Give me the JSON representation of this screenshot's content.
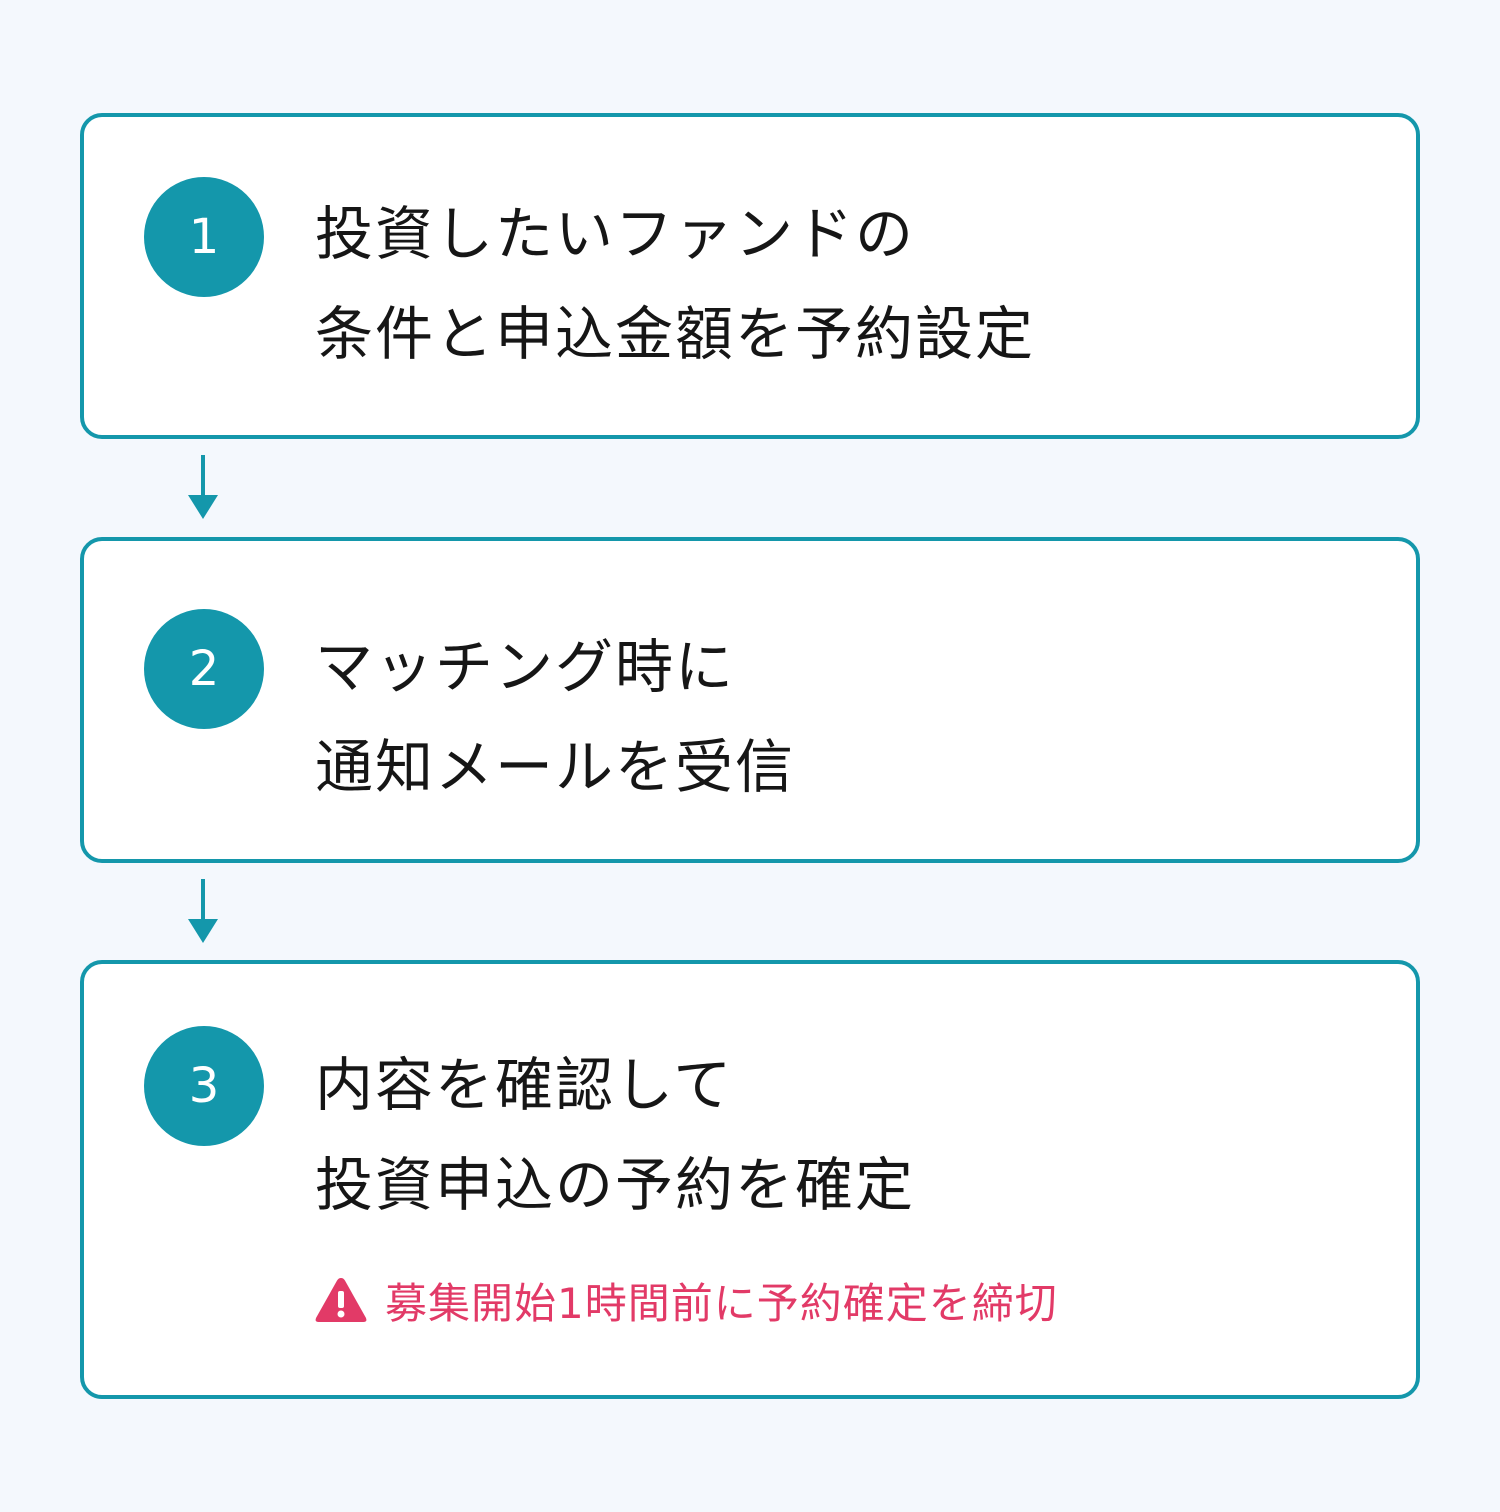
{
  "steps": [
    {
      "number": "1",
      "lines": [
        "投資したいファンドの",
        "条件と申込金額を予約設定"
      ]
    },
    {
      "number": "2",
      "lines": [
        "マッチング時に",
        "通知メールを受信"
      ]
    },
    {
      "number": "3",
      "lines": [
        "内容を確認して",
        "投資申込の予約を確定"
      ],
      "notice": {
        "icon": "warning-icon",
        "text": "募集開始1時間前に予約確定を締切"
      }
    }
  ],
  "colors": {
    "accent": "#1497ab",
    "warning": "#e23a67",
    "background": "#f4f8fd",
    "text": "#161616"
  }
}
